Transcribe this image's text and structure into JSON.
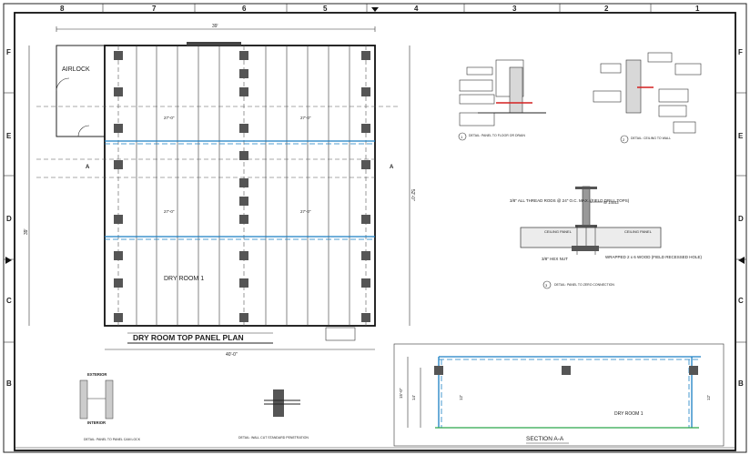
{
  "colors": {
    "line": "#222222",
    "accent_blue": "#1a7fc4",
    "accent_red": "#d42020",
    "post": "#555555"
  },
  "border": {
    "top_cols": [
      "8",
      "7",
      "6",
      "5",
      "4",
      "3",
      "2",
      "1"
    ],
    "rows": [
      "F",
      "E",
      "D",
      "C",
      "B"
    ]
  },
  "plan": {
    "title": "DRY ROOM TOP PANEL PLAN",
    "room_label": "DRY ROOM 1",
    "airlock_label": "AIRLOCK",
    "section_marker": "A",
    "top_dim": "39'",
    "bottom_dim": "40'-0\"",
    "right_dim": "52'-0\"",
    "left_dim": "39'",
    "beam_dims": [
      "27'-0\"",
      "27'-0\"",
      "27'-0\"",
      "27'-0\""
    ]
  },
  "details": {
    "detail1_label": "DETAIL: PANEL TO FLOOR OR DRAIN",
    "detail1_num": "1",
    "detail2_label": "DETAIL: CEILING TO WALL",
    "detail2_num": "2",
    "detail3_label": "DETAIL: PANEL TO ZERO CONNECTION",
    "detail3_num": "3",
    "beam_tag": "W 14x43",
    "note_rod": "3/8\" ALL THREAD RODS @ 24\" O.C. MAX. (FIELD DRILL TOPS)",
    "note_nut": "3/8\" HEX NUT",
    "note_wood": "WRAPPED 2 x 6 WOOD (FIELD RECESSED HOLE)",
    "ceiling_panel_left": "CEILING PANEL",
    "ceiling_panel_right": "CEILING PANEL"
  },
  "section": {
    "title": "SECTION A-A",
    "room_label": "DRY ROOM 1",
    "dims": [
      "15'-0\"",
      "14'",
      "12'",
      "12'"
    ]
  },
  "lower_left": {
    "exterior_label": "EXTERIOR",
    "interior_label": "INTERIOR",
    "caption": "DETAIL: PANEL TO PANEL CAM LOCK",
    "caption2": "DETAIL: WALL CUT STANDARD PENETRATION"
  }
}
